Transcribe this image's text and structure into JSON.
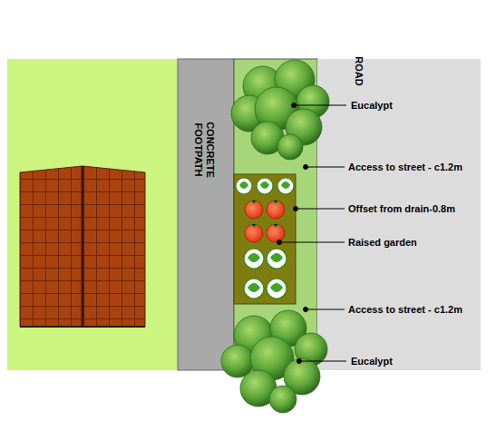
{
  "diagram": {
    "labels": [
      "CONCRETE FOOTPATH",
      "ROAD",
      "Eucalypt",
      "Access to street - c1.2m",
      "Offset from drain-0.8m",
      "Raised garden",
      "Access to street - c1.2m",
      "Eucalypt"
    ]
  }
}
